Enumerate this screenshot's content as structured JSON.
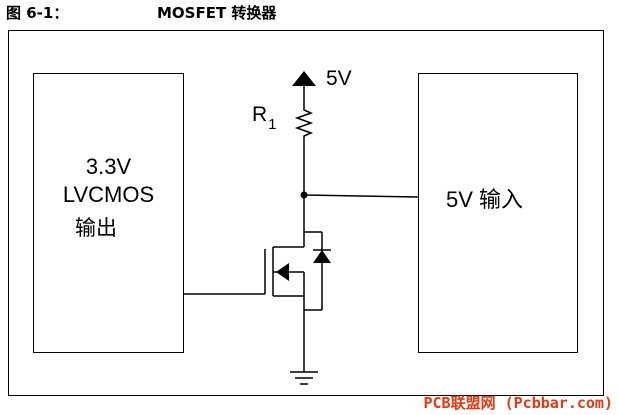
{
  "figure": {
    "number": "图 6-1：",
    "title": "MOSFET 转换器"
  },
  "left_block": {
    "line1": "3.3V",
    "line2": "LVCMOS",
    "line3": "输出"
  },
  "right_block": {
    "label": "5V 输入"
  },
  "supply": {
    "label": "5V"
  },
  "resistor": {
    "label": "R",
    "subscript": "1"
  },
  "watermark": {
    "text": "PCB联盟网 (Pcbbar.com)",
    "color": "#e33a14"
  }
}
